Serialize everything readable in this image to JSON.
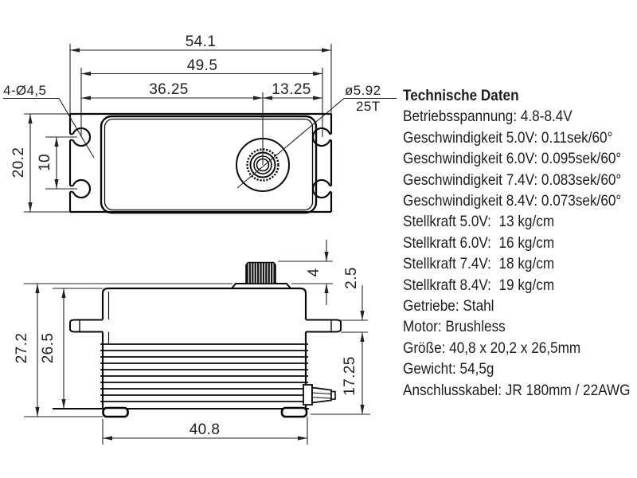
{
  "specs": {
    "title": "Technische Daten",
    "items": [
      "Betriebsspannung: 4.8-8.4V",
      "Geschwindigkeit 5.0V: 0.11sek/60°",
      "Geschwindigkeit 6.0V: 0.095sek/60°",
      "Geschwindigkeit 7.4V: 0.083sek/60°",
      "Geschwindigkeit 8.4V: 0.073sek/60°",
      "Stellkraft 5.0V:  13 kg/cm",
      "Stellkraft 6.0V:  16 kg/cm",
      "Stellkraft 7.4V:  18 kg/cm",
      "Stellkraft 8.4V:  19 kg/cm",
      "Getriebe: Stahl",
      "Motor: Brushless",
      "Größe: 40,8 x 20,2 x 26,5mm",
      "Gewicht: 54,5g",
      "Anschlusskabel: JR 180mm / 22AWG"
    ]
  },
  "drawing": {
    "top_view": {
      "labels": {
        "overall_width": "54.1",
        "hole_span_width": "49.5",
        "left_hole_to_shaft": "36.25",
        "shaft_to_right_hole": "13.25",
        "overall_depth": "20.2",
        "hole_pair_span": "10",
        "mount_holes": "4-Ø4,5",
        "output_shaft_dia": "ø5.92",
        "spline_teeth": "25T"
      }
    },
    "side_view": {
      "labels": {
        "overall_height": "27.2",
        "case_height": "26.5",
        "shaft_height": "4",
        "flange_thickness": "2.5",
        "body_below_flange": "17.25",
        "body_length": "40.8"
      }
    }
  }
}
